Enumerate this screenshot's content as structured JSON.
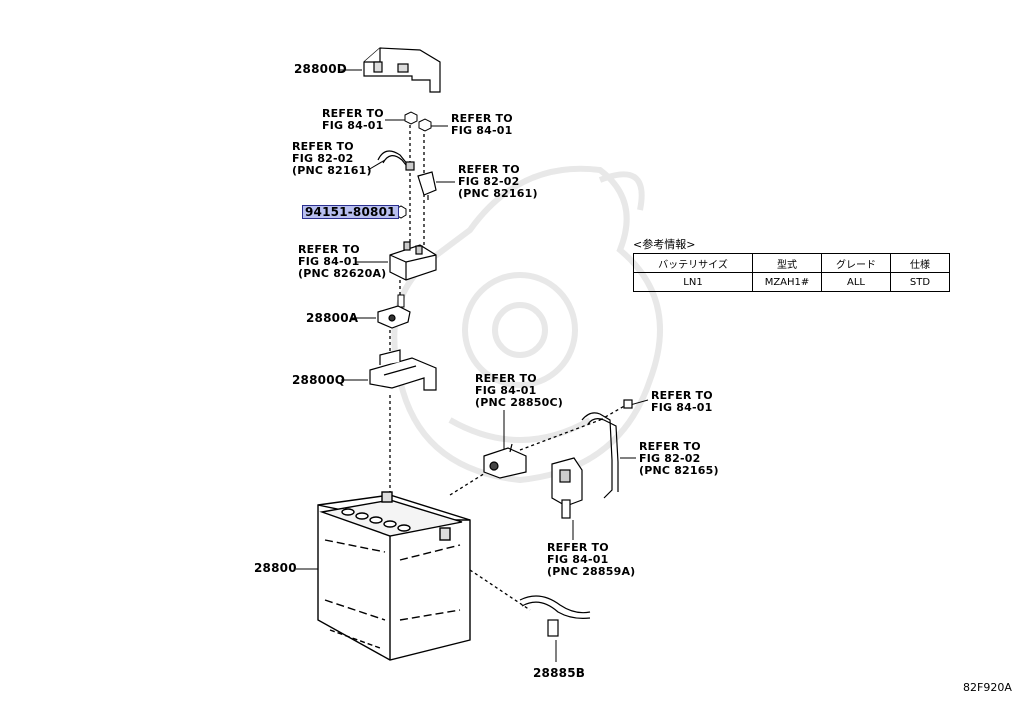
{
  "parts": {
    "p28800D": "28800D",
    "p94151": "94151-80801",
    "p28800A": "28800A",
    "p28800Q": "28800Q",
    "p28800": "28800",
    "p28885B": "28885B"
  },
  "refs": {
    "r1": "REFER TO\nFIG 84-01",
    "r2": "REFER TO\nFIG 84-01",
    "r3": "REFER TO\nFIG 82-02\n(PNC 82161)",
    "r4": "REFER TO\nFIG 82-02\n(PNC 82161)",
    "r5": "REFER TO\nFIG 84-01\n(PNC 82620A)",
    "r6": "REFER TO\nFIG 84-01\n(PNC 28850C)",
    "r7": "REFER TO\nFIG 84-01",
    "r8": "REFER TO\nFIG 82-02\n(PNC 82165)",
    "r9": "REFER TO\nFIG 84-01\n(PNC 28859A)"
  },
  "info": {
    "title": "<参考情報>",
    "headers": [
      "バッテリサイズ",
      "型式",
      "グレード",
      "仕様"
    ],
    "row": [
      "LN1",
      "MZAH1#",
      "ALL",
      "STD"
    ]
  },
  "figure_code": "82F920A",
  "colors": {
    "highlight_fill": "#b8bff0",
    "highlight_border": "#2b2f8f",
    "watermark": "#e6e6e6"
  }
}
